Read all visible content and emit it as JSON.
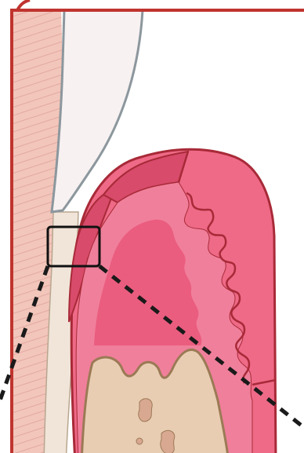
{
  "colors": {
    "frame": "#c0342f",
    "enamel": "#f7f1f1",
    "enamel_outline": "#8c979d",
    "root": "#f1e5d9",
    "root_outline": "#b8a68f",
    "periodontal_ligament": "#f2c6bb",
    "ligament_lines": "#e2a8a0",
    "gingiva_outer": "#ef6a87",
    "gingiva_inner": "#f07f9b",
    "gingiva_dark": "#d84b6b",
    "gingiva_outline": "#a82a38",
    "connective_tissue": "#ea5d7f",
    "bone": "#e8cdb3",
    "bone_outline": "#9b7a55",
    "bone_marrow": "#d9a891",
    "highlight_box": "#111111",
    "zoom_lines": "#1a1a1a"
  },
  "diagram": {
    "structures": [
      "enamel",
      "root",
      "periodontal-ligament",
      "gingiva",
      "rete-pegs",
      "alveolar-bone",
      "highlight-box",
      "zoom-lines"
    ]
  }
}
